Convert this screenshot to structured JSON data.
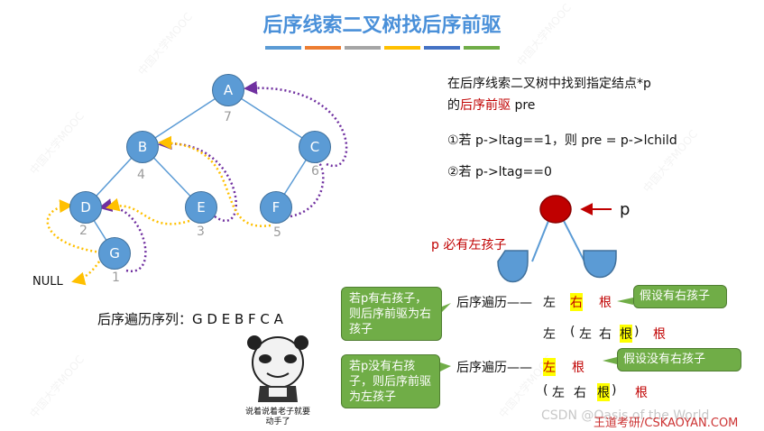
{
  "title": "后序线索二叉树找后序前驱",
  "title_bar_colors": [
    "#5b9bd5",
    "#ed7d31",
    "#a5a5a5",
    "#ffc000",
    "#4472c4",
    "#70ad47"
  ],
  "tree": {
    "nodes": [
      {
        "label": "A",
        "order": "7"
      },
      {
        "label": "B",
        "order": "4"
      },
      {
        "label": "C",
        "order": "6"
      },
      {
        "label": "D",
        "order": "2"
      },
      {
        "label": "E",
        "order": "3"
      },
      {
        "label": "F",
        "order": "5"
      },
      {
        "label": "G",
        "order": "1"
      }
    ],
    "null_label": "NULL",
    "sequence_label": "后序遍历序列：",
    "sequence": "G D E B F C A"
  },
  "right": {
    "intro_line1": "在后序线索二叉树中找到指定结点*p",
    "intro_line2_prefix": "的",
    "intro_line2_red": "后序前驱",
    "intro_line2_suffix": " pre",
    "case1": "①若 p->ltag==1，则 pre = p->lchild",
    "case2": "②若 p->ltag==0",
    "p_label": "p",
    "p_left_note": "p 必有左孩子",
    "row1": {
      "prefix": "后序遍历——",
      "left": "左",
      "right": "右",
      "root": "根"
    },
    "row2": {
      "left": "左",
      "paren_open": "(",
      "left2": "左",
      "right2": "右",
      "root2": "根",
      "paren_close": ")",
      "root": "根"
    },
    "row3": {
      "prefix": "后序遍历——",
      "left": "左",
      "root": "根"
    },
    "row4": {
      "paren_open": "(",
      "left2": "左",
      "right2": "右",
      "root2": "根",
      "paren_close": ")",
      "root": "根"
    },
    "box_has_right": "若p有右孩子，则后序前驱为右孩子",
    "box_assume_right": "假设有右孩子",
    "box_no_right": "若p没有右孩子，则后序前驱为左孩子",
    "box_assume_no_right": "假设没有右孩子"
  },
  "meme_caption": "说着说着老子就要动手了",
  "footer": {
    "csdn": "CSDN @Oasis of the World",
    "wm": "王道考研/CSKAOYAN.COM"
  }
}
